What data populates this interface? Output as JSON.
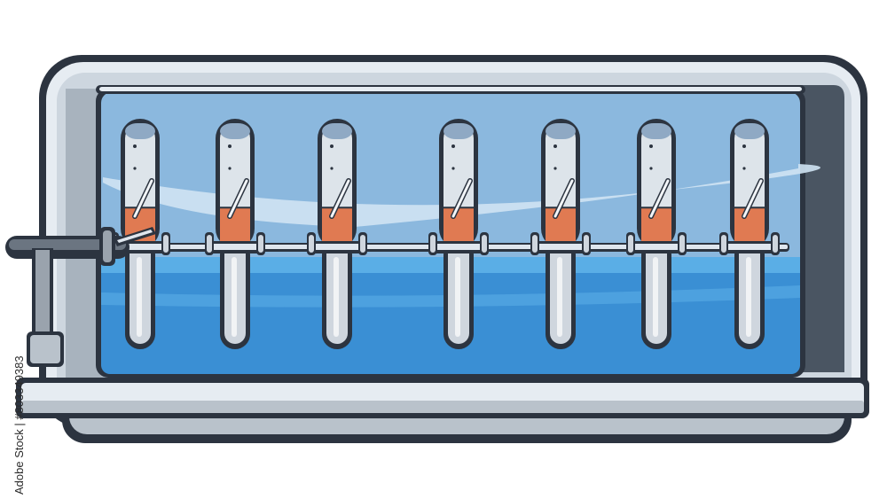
{
  "watermark": {
    "side_text": "Adobe Stock | #803349383"
  },
  "illustration": {
    "tubes_fill_level": 0.3,
    "tube_count": 7
  },
  "colors": {
    "outline": "#2c3440",
    "frame": "#dfe6ee",
    "glass_back": "#8bb8de",
    "water": "#3a8fd4",
    "water_light": "#5aaee6",
    "liquid": "#e07a52",
    "tube_glass": "#cfd6de",
    "steel": "#9aa3ad"
  }
}
